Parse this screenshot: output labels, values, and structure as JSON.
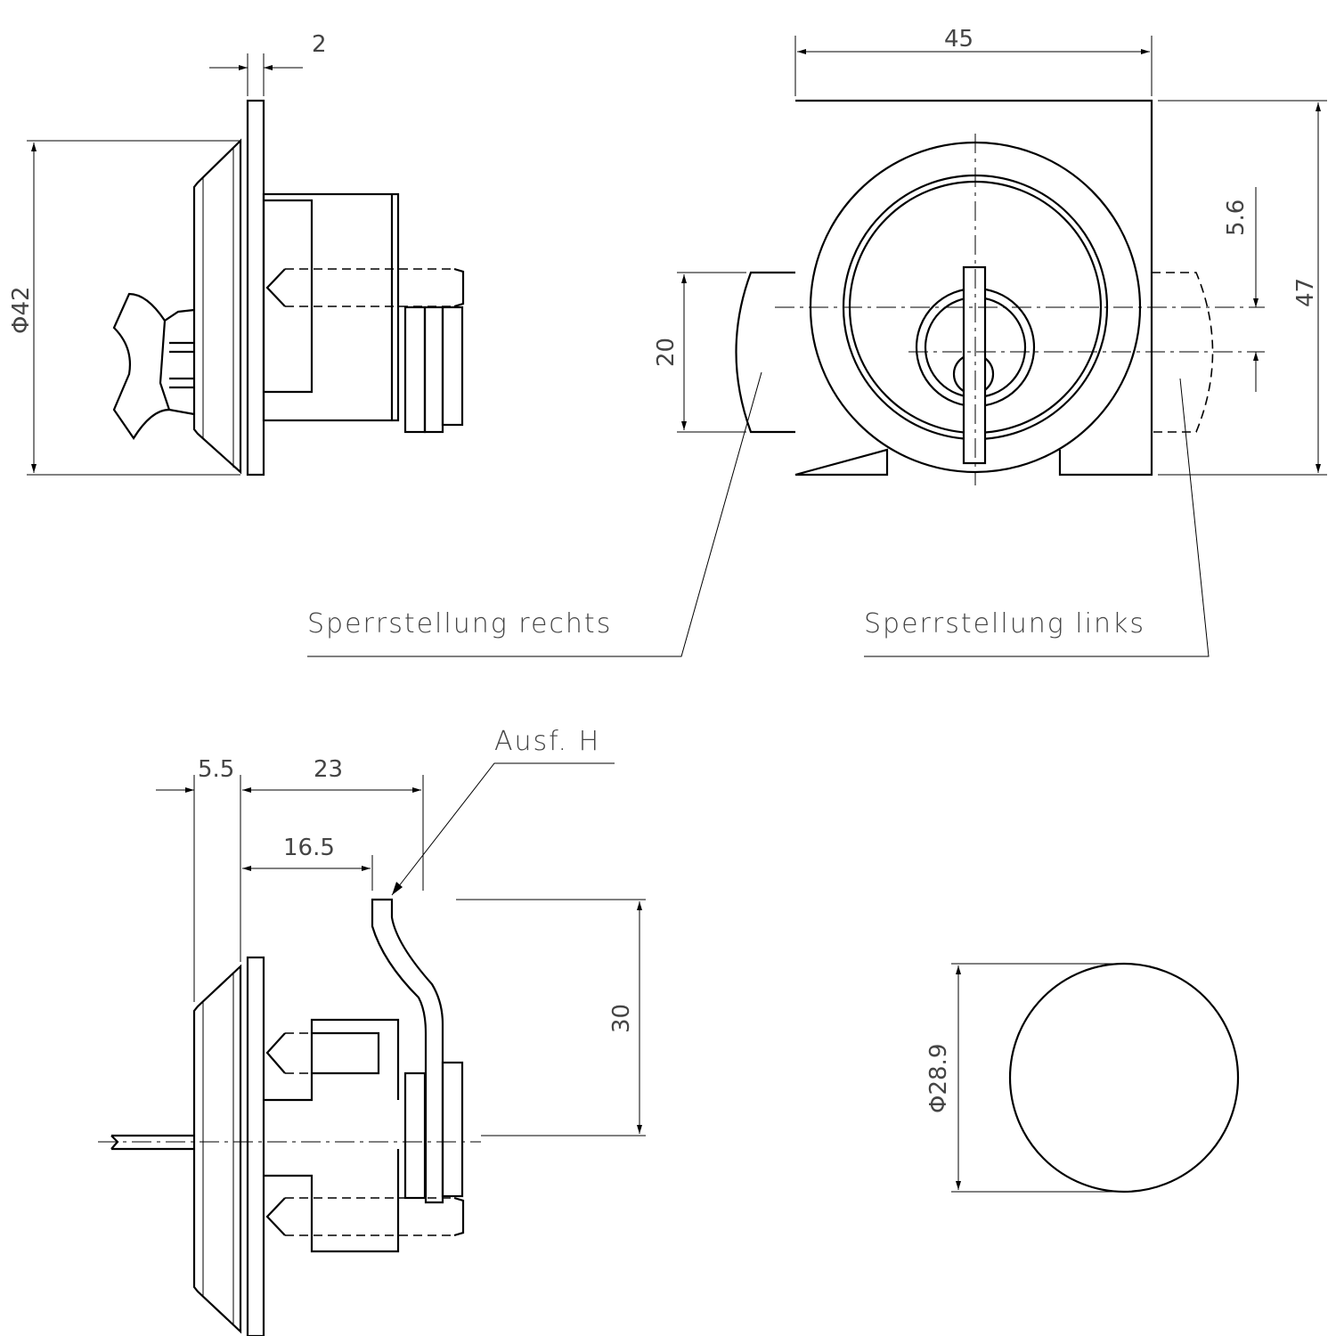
{
  "dimensions": {
    "plate_thickness": "2",
    "width": "45",
    "diameter_flange": "Φ42",
    "offset": "5.6",
    "height": "47",
    "bolt_width": "20",
    "bezel_depth": "5.5",
    "body_length": "23",
    "lever_offset": "16.5",
    "lever_height": "30",
    "cutout_diameter": "Φ28.9"
  },
  "labels": {
    "lock_right": "Sperrstellung rechts",
    "lock_left": "Sperrstellung links",
    "variant": "Ausf. H"
  }
}
